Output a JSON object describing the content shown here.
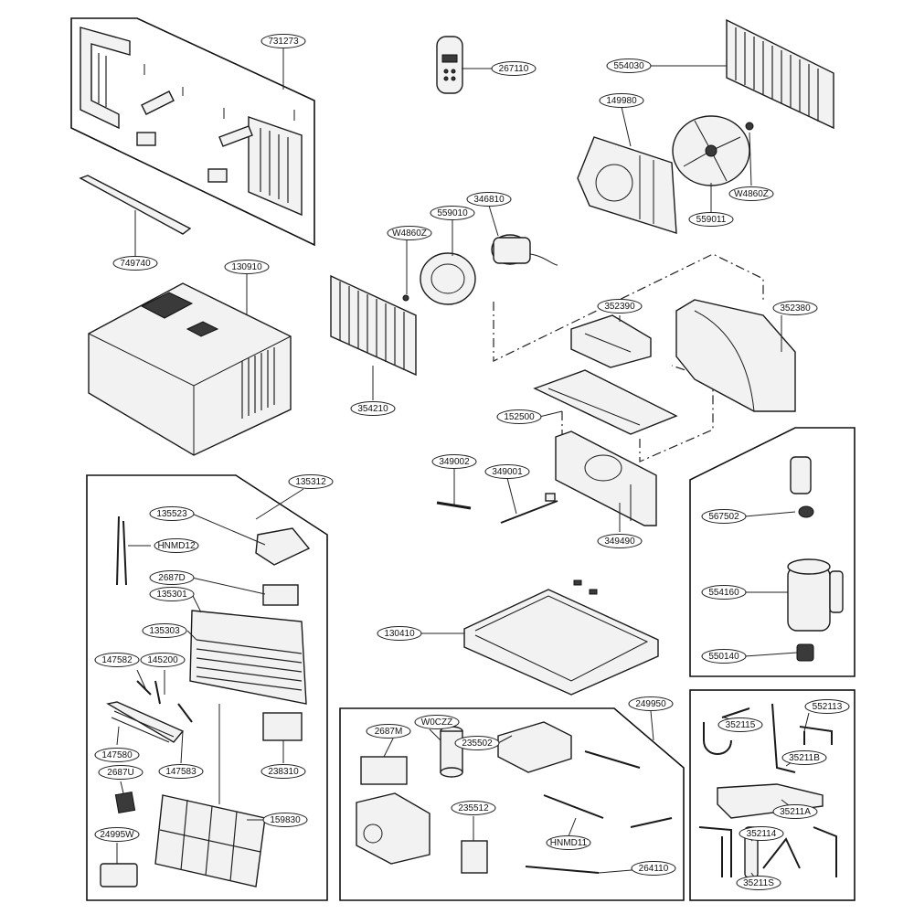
{
  "callouts": [
    {
      "id": "731273",
      "text": "731273"
    },
    {
      "id": "267110",
      "text": "267110"
    },
    {
      "id": "554030",
      "text": "554030"
    },
    {
      "id": "149980",
      "text": "149980"
    },
    {
      "id": "749740",
      "text": "749740"
    },
    {
      "id": "130910",
      "text": "130910"
    },
    {
      "id": "559010",
      "text": "559010"
    },
    {
      "id": "346810",
      "text": "346810"
    },
    {
      "id": "w4860z-a",
      "text": "W4860Z"
    },
    {
      "id": "w4860z-b",
      "text": "W4860Z"
    },
    {
      "id": "559011",
      "text": "559011"
    },
    {
      "id": "352390",
      "text": "352390"
    },
    {
      "id": "352380",
      "text": "352380"
    },
    {
      "id": "354210",
      "text": "354210"
    },
    {
      "id": "152500",
      "text": "152500"
    },
    {
      "id": "349002",
      "text": "349002"
    },
    {
      "id": "349001",
      "text": "349001"
    },
    {
      "id": "349490",
      "text": "349490"
    },
    {
      "id": "135312",
      "text": "135312"
    },
    {
      "id": "135523",
      "text": "135523"
    },
    {
      "id": "hnmd12",
      "text": "HNMD12"
    },
    {
      "id": "2687d",
      "text": "2687D"
    },
    {
      "id": "135301",
      "text": "135301"
    },
    {
      "id": "135303",
      "text": "135303"
    },
    {
      "id": "147582",
      "text": "147582"
    },
    {
      "id": "145200",
      "text": "145200"
    },
    {
      "id": "147580",
      "text": "147580"
    },
    {
      "id": "147583",
      "text": "147583"
    },
    {
      "id": "238310",
      "text": "238310"
    },
    {
      "id": "2687u",
      "text": "2687U"
    },
    {
      "id": "159830",
      "text": "159830"
    },
    {
      "id": "24995w",
      "text": "24995W"
    },
    {
      "id": "567502",
      "text": "567502"
    },
    {
      "id": "554160",
      "text": "554160"
    },
    {
      "id": "550140",
      "text": "550140"
    },
    {
      "id": "130410",
      "text": "130410"
    },
    {
      "id": "249950",
      "text": "249950"
    },
    {
      "id": "2687m",
      "text": "2687M"
    },
    {
      "id": "w0czz",
      "text": "W0CZZ"
    },
    {
      "id": "235502",
      "text": "235502"
    },
    {
      "id": "235512",
      "text": "235512"
    },
    {
      "id": "hnmd11",
      "text": "HNMD11"
    },
    {
      "id": "264110",
      "text": "264110"
    },
    {
      "id": "352115",
      "text": "352115"
    },
    {
      "id": "552113",
      "text": "552113"
    },
    {
      "id": "35211b",
      "text": "35211B"
    },
    {
      "id": "35211a",
      "text": "35211A"
    },
    {
      "id": "352114",
      "text": "352114"
    },
    {
      "id": "35211s",
      "text": "35211S"
    }
  ],
  "colors": {
    "line": "#1a1a1a",
    "part_fill": "#f2f2f2",
    "dark_fill": "#3a3a3a",
    "background": "#ffffff"
  }
}
